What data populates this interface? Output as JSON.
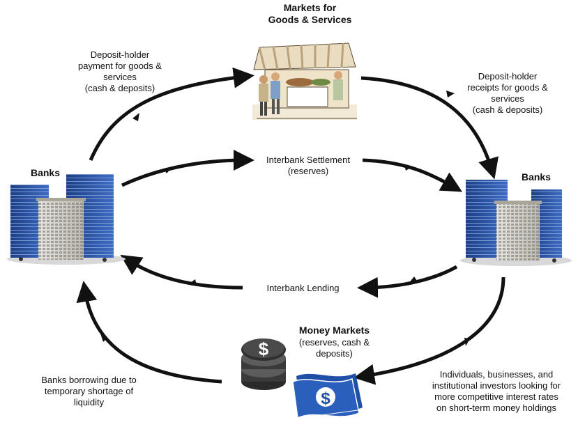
{
  "title": {
    "goods_markets": [
      "Markets for",
      "Goods & Services"
    ],
    "money_markets": "Money Markets",
    "money_markets_sub": [
      "(reserves, cash &",
      "deposits)"
    ]
  },
  "banks_left": "Banks",
  "banks_right": "Banks",
  "flows": {
    "payment": [
      "Deposit-holder",
      "payment for goods &",
      "services",
      "(cash & deposits)"
    ],
    "receipts": [
      "Deposit-holder",
      "receipts for goods &",
      "services",
      "(cash & deposits)"
    ],
    "settlement": [
      "Interbank Settlement",
      "(reserves)"
    ],
    "lending": "Interbank Lending",
    "borrowing": [
      "Banks borrowing due to",
      "temporary shortage of",
      "liquidity"
    ],
    "investors": [
      "Individuals, businesses, and",
      "institutional investors looking for",
      "more competitive interest rates",
      "on short-term money holdings"
    ]
  },
  "icons": {
    "market": "market-stall-icon",
    "coins": "coins-stack-icon",
    "bill": "dollar-bill-icon",
    "buildings": "bank-buildings-icon"
  },
  "colors": {
    "arrow": "#111111",
    "building_blue": "#2e56a8",
    "bill_blue": "#1f4fa6"
  }
}
